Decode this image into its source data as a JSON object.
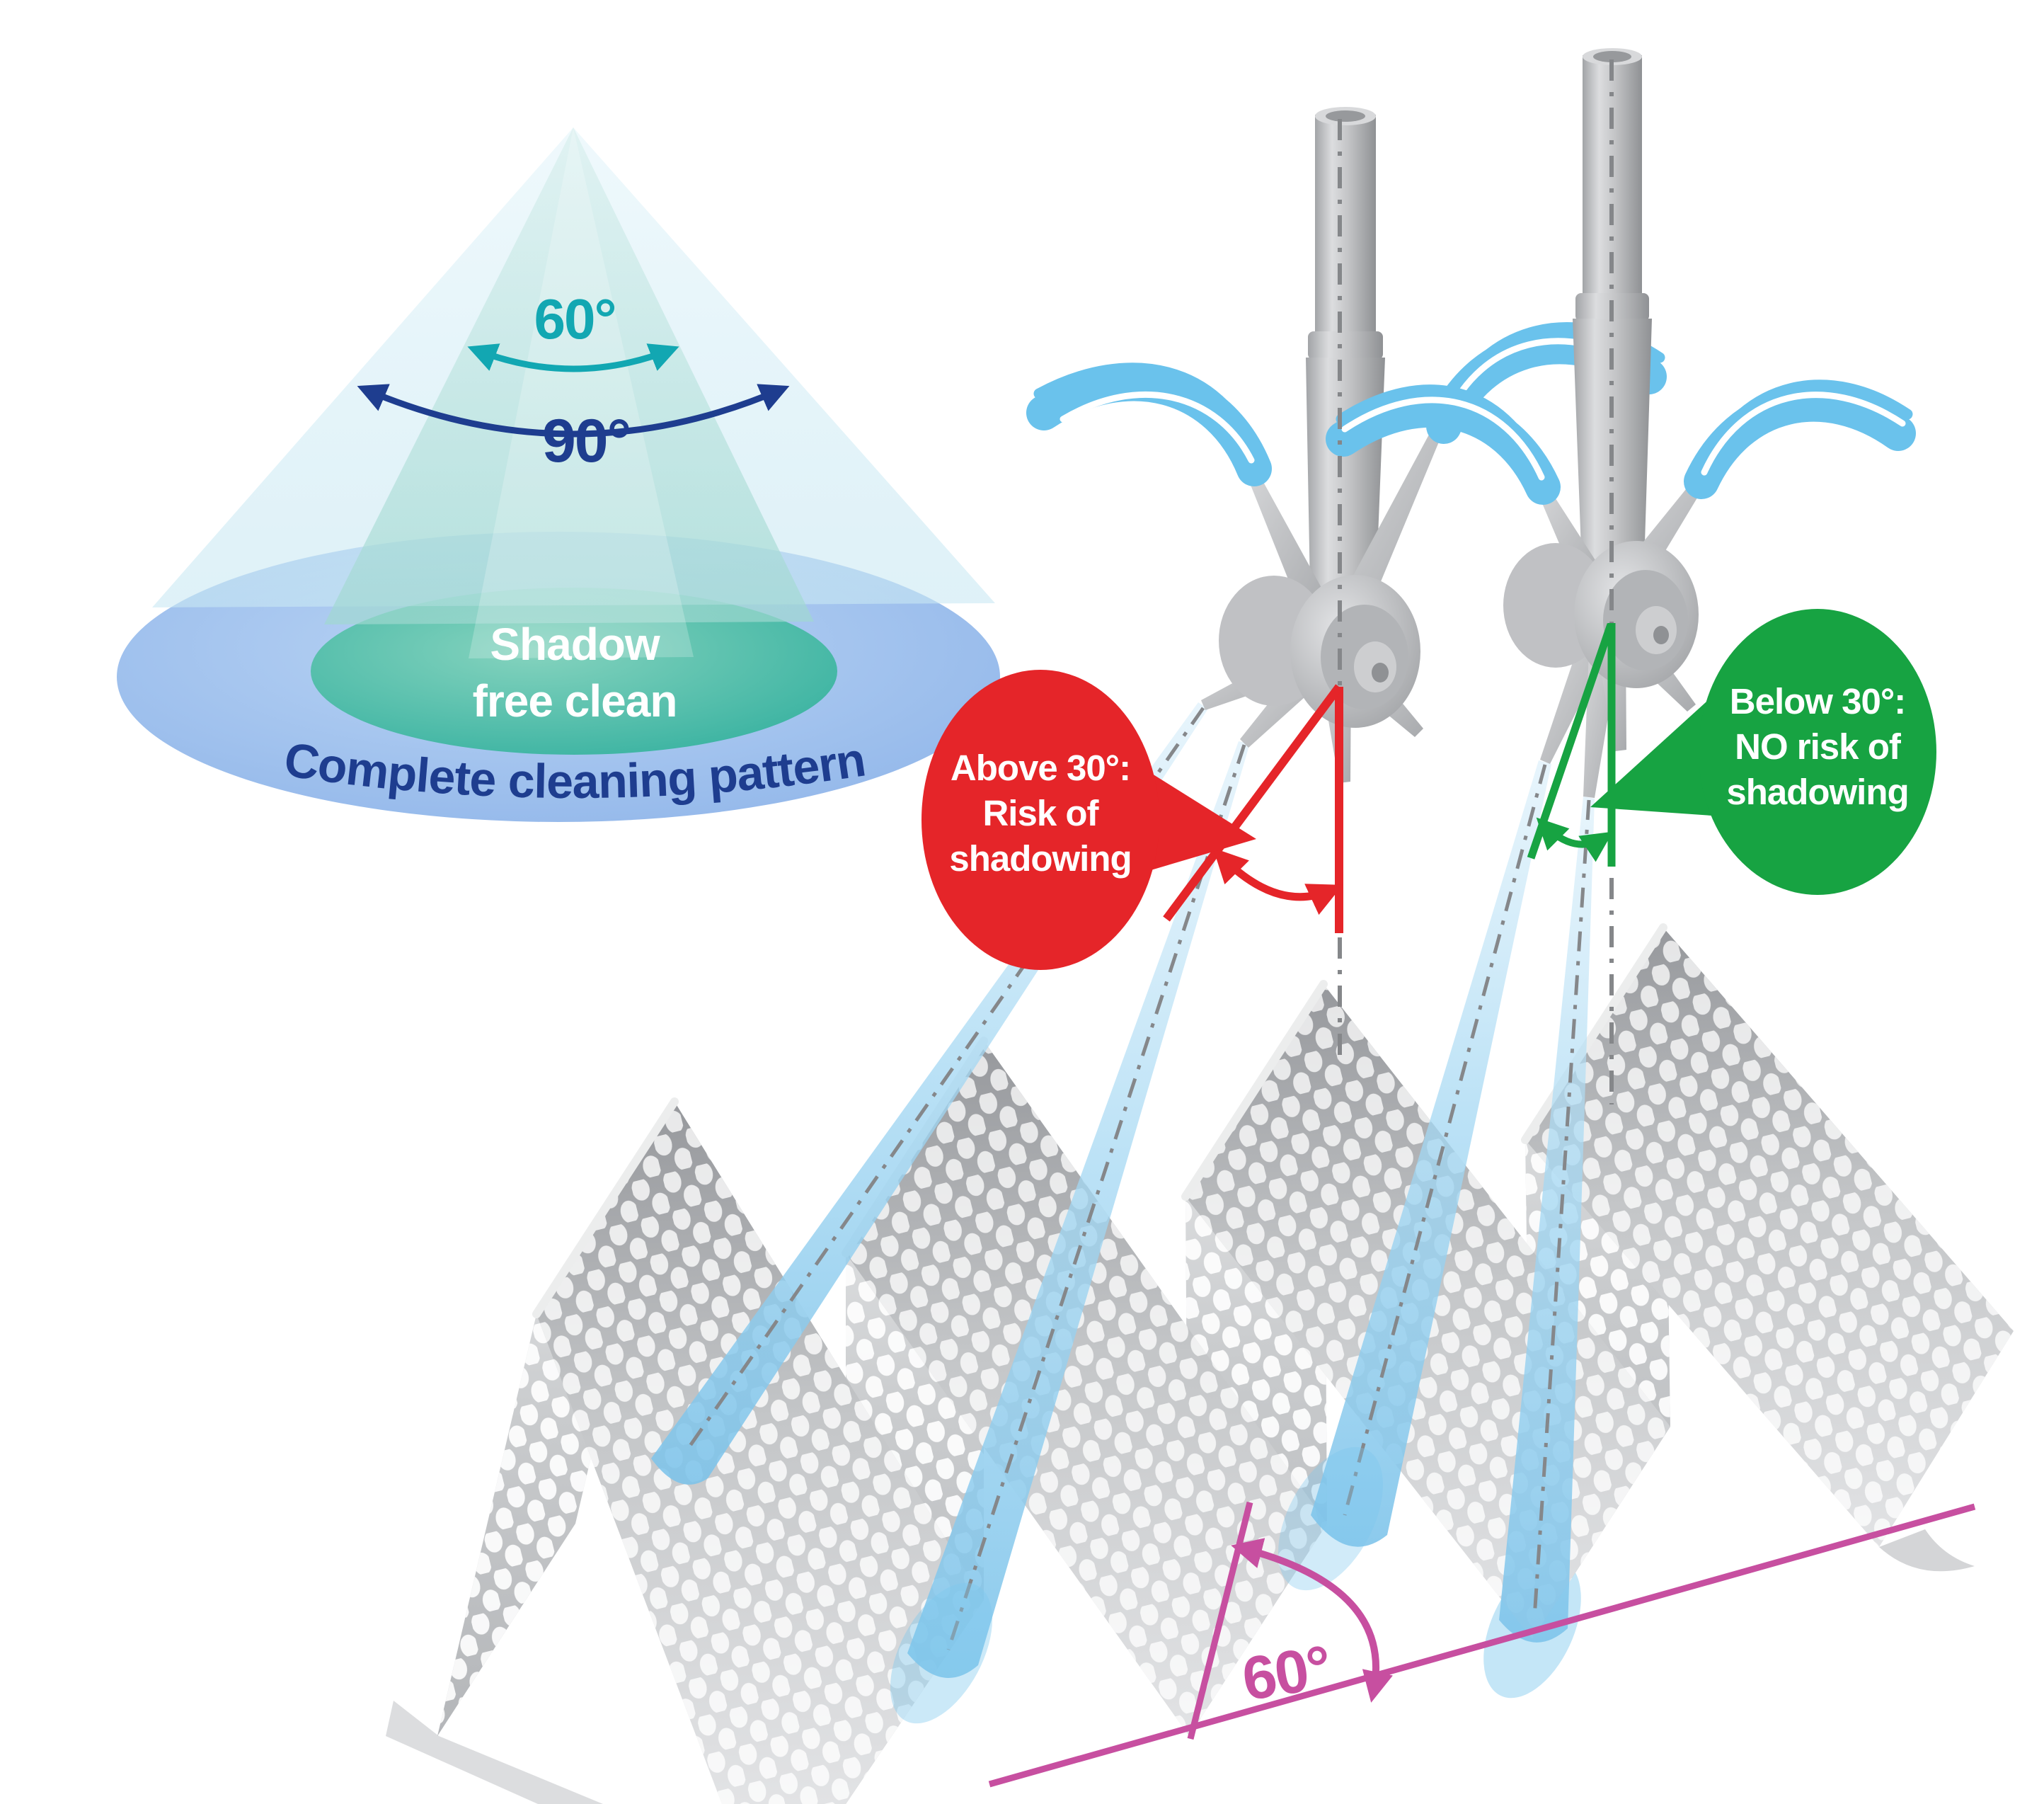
{
  "cone_diagram": {
    "inner_angle_label": "60°",
    "outer_angle_label": "90°",
    "inner_angle_value": 60,
    "outer_angle_value": 90,
    "shadow_free_line1": "Shadow",
    "shadow_free_line2": "free clean",
    "complete_pattern_label": "Complete cleaning pattern"
  },
  "callouts": {
    "risk": {
      "line1": "Above 30°:",
      "line2": "Risk of",
      "line3": "shadowing",
      "bubble_color": "#e52529",
      "text_color": "#ffffff"
    },
    "no_risk": {
      "line1": "Below 30°:",
      "line2": "NO risk of",
      "line3": "shadowing",
      "bubble_color": "#17a342",
      "text_color": "#ffffff"
    }
  },
  "floor_angle": {
    "label": "60°",
    "value": 60,
    "color": "#c74fa0"
  },
  "colors": {
    "teal": "#12a7b2",
    "navy": "#1e3d8f",
    "red": "#e52529",
    "green": "#17a342",
    "magenta": "#c74fa0",
    "jet_blue": "#7cc3ea",
    "spray_blue": "#6ac2ec",
    "pipe_gray": "#b9babd",
    "sheet_gray": "#c6c8ca",
    "axis_gray": "#85878a"
  }
}
